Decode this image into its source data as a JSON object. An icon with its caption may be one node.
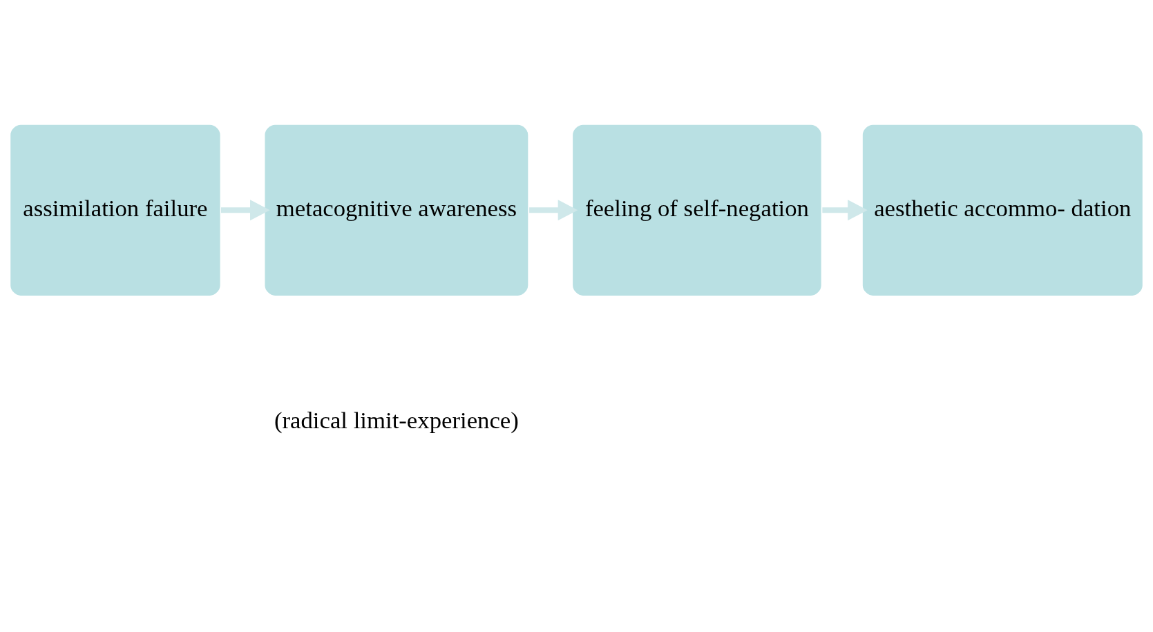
{
  "diagram": {
    "nodes": [
      {
        "text": [
          "assimilation failure"
        ]
      },
      {
        "text": [
          "metacognitive awareness"
        ]
      },
      {
        "text": [
          "feeling of self-negation"
        ]
      },
      {
        "text": [
          "aesthetic accommo- dation"
        ]
      }
    ],
    "edges": [
      {
        "from": 0,
        "to": 1,
        "arrow": "to"
      },
      {
        "from": 1,
        "to": 2,
        "arrow": "to"
      },
      {
        "from": 2,
        "to": 3,
        "arrow": "to"
      }
    ],
    "labels": [
      "(radical limit-experience)"
    ]
  }
}
